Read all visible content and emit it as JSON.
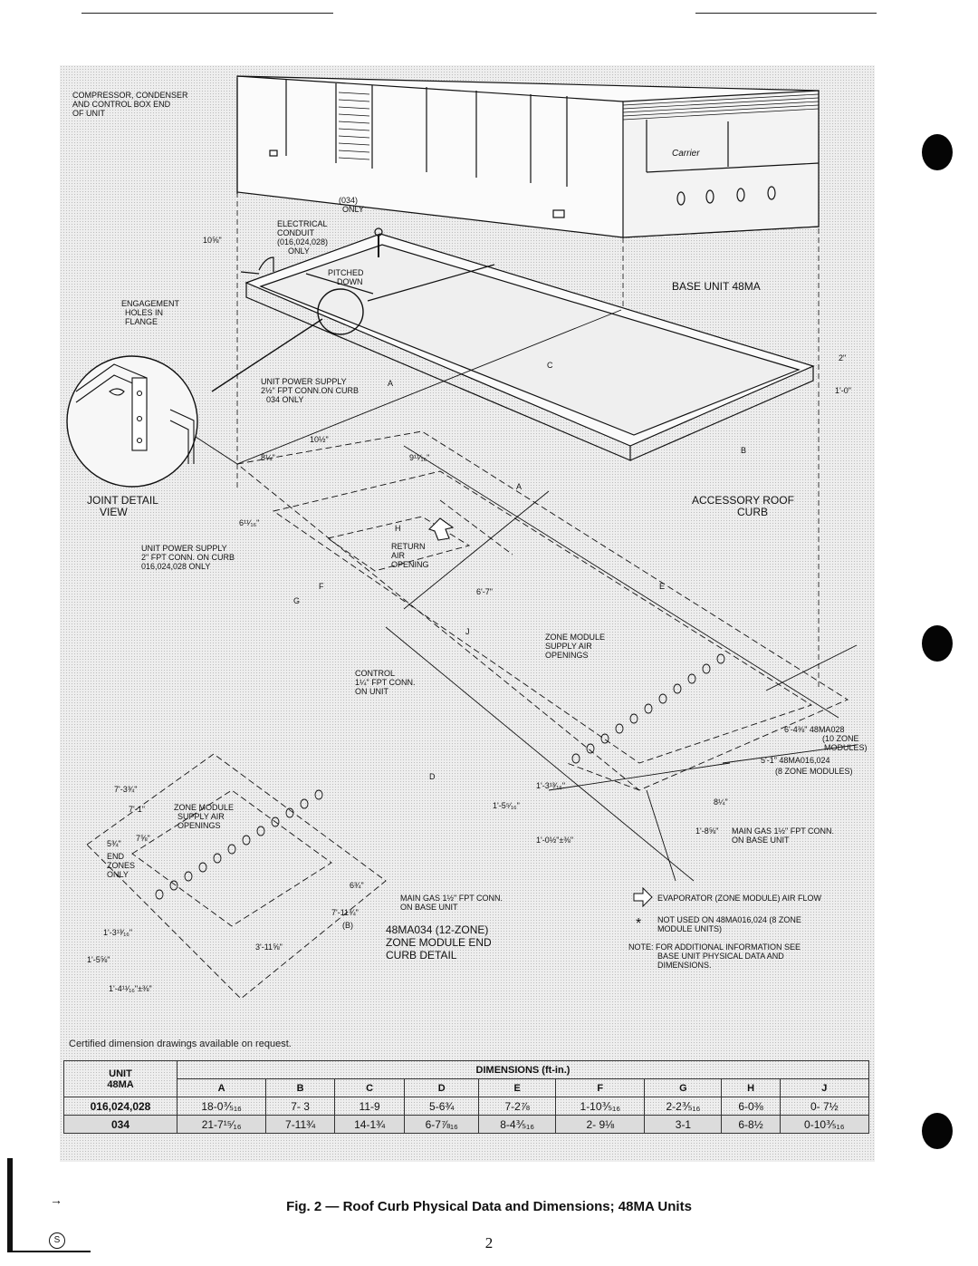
{
  "figure": {
    "labels": {
      "compressor_end": [
        "COMPRESSOR, CONDENSER",
        "AND CONTROL BOX END",
        "OF UNIT"
      ],
      "only_034": [
        "(034)",
        "ONLY"
      ],
      "electrical_conduit": [
        "ELECTRICAL",
        "CONDUIT",
        "(016,024,028)",
        "ONLY"
      ],
      "dim_10_5_8": "10⅝\"",
      "pitched_down": [
        "PITCHED",
        "DOWN"
      ],
      "base_unit": "BASE UNIT 48MA",
      "engagement_holes": [
        "ENGAGEMENT",
        "HOLES IN",
        "FLANGE"
      ],
      "unit_power_supply_034": [
        "UNIT POWER SUPPLY",
        "2½\" FPT CONN.ON CURB",
        "034 ONLY"
      ],
      "letter_a": "A",
      "letter_b": "B",
      "letter_c": "C",
      "letter_d": "D",
      "letter_e": "E",
      "letter_f": "F",
      "letter_g": "G",
      "letter_h": "H",
      "letter_j": "J",
      "dim_2": "2\"",
      "dim_1_0": "1'-0\"",
      "dim_10_1_2": "10½\"",
      "dim_8_1_4": "8¼\"",
      "dim_9_11_16": "9¹¹⁄₁₆\"",
      "joint_detail": [
        "JOINT DETAIL",
        "VIEW"
      ],
      "accessory_roof_curb": [
        "ACCESSORY ROOF",
        "CURB"
      ],
      "dim_6_11_16": "6¹¹⁄₁₆\"",
      "unit_power_supply_016": [
        "UNIT POWER SUPPLY",
        "2\" FPT CONN. ON CURB",
        "016,024,028 ONLY"
      ],
      "return_air": [
        "RETURN",
        "AIR",
        "OPENING"
      ],
      "dim_6_7": "6'-7\"",
      "zone_module_supply": [
        "ZONE MODULE",
        "SUPPLY AIR",
        "OPENINGS"
      ],
      "control_conn": [
        "CONTROL",
        "1¼\" FPT CONN.",
        "ON UNIT"
      ],
      "dim_6_4_3_8": "6'-4⅜\" 48MA028",
      "zone_10": [
        "(10 ZONE",
        "MODULES)"
      ],
      "dim_5_1": "5'-1\" 48MA016,024",
      "zone_8": "(8 ZONE MODULES)",
      "dim_1_3_13_16": "1'-3¹³⁄₁₆\"",
      "dim_1_5_5_16": "1'-5⁵⁄₁₆\"",
      "dim_1_0_half": "1'-0½\"±⅜\"",
      "dim_8_1_4b": "8¼\"",
      "dim_1_8_5_8": "1'-8⅝\"",
      "main_gas_base": [
        "MAIN GAS 1½\" FPT CONN.",
        "ON BASE UNIT"
      ],
      "dim_7_3_3_4": "7'-3¾\"",
      "dim_7_1": "7'-1\"",
      "zone_module_supply_2": [
        "ZONE MODULE",
        "SUPPLY AIR",
        "OPENINGS"
      ],
      "dim_5_3_4": "5¾\"",
      "dim_7_5_8": "7⅝\"",
      "end_zones": [
        "END",
        "ZONES",
        "ONLY"
      ],
      "dim_6_3_4": "6¾\"",
      "dim_7_11_3_4": "7'-11¾\"",
      "b_paren": "(B)",
      "main_gas_2": [
        "MAIN GAS 1½\" FPT CONN.",
        "ON BASE UNIT"
      ],
      "zone_end_detail": [
        "48MA034 (12-ZONE)",
        "ZONE MODULE END",
        "CURB DETAIL"
      ],
      "dim_1_3_13_16b": "1'-3¹³⁄₁₆\"",
      "dim_3_11_5_8": "3'-11⅝\"",
      "dim_1_5_5_8": "1'-5⅝\"",
      "dim_1_4": "1'-4¹¹⁄₁₆\"±⅜\"",
      "legend_flow": "EVAPORATOR (ZONE MODULE) AIR FLOW",
      "legend_star": [
        "NOT USED ON 48MA016,024 (8 ZONE",
        "MODULE UNITS)"
      ],
      "note": [
        "NOTE:  FOR ADDITIONAL INFORMATION SEE",
        "BASE UNIT PHYSICAL DATA AND",
        "DIMENSIONS."
      ],
      "logo": "Carrier"
    }
  },
  "cert_note": "Certified dimension drawings available on request.",
  "table": {
    "unit_header": [
      "UNIT",
      "48MA"
    ],
    "group_header": "DIMENSIONS (ft-in.)",
    "columns": [
      "A",
      "B",
      "C",
      "D",
      "E",
      "F",
      "G",
      "H",
      "J"
    ],
    "rows": [
      {
        "unit": "016,024,028",
        "values": [
          "18-0⅗₁₆",
          "7- 3",
          "11-9",
          "5-6¾",
          "7-2⅞",
          "1-10⅗₁₆",
          "2-2⅗₁₆",
          "6-0⅜",
          "0- 7½"
        ]
      },
      {
        "unit": "034",
        "values": [
          "21-7¹⁵⁄₁₆",
          "7-11¾",
          "14-1¾",
          "6-7⅞₁₆",
          "8-4⅗₁₆",
          "2- 9⅛",
          "3-1",
          "6-8½",
          "0-10⅗₁₆"
        ]
      }
    ]
  },
  "caption": "Fig. 2 — Roof Curb Physical Data and Dimensions; 48MA Units",
  "page_number": "2"
}
